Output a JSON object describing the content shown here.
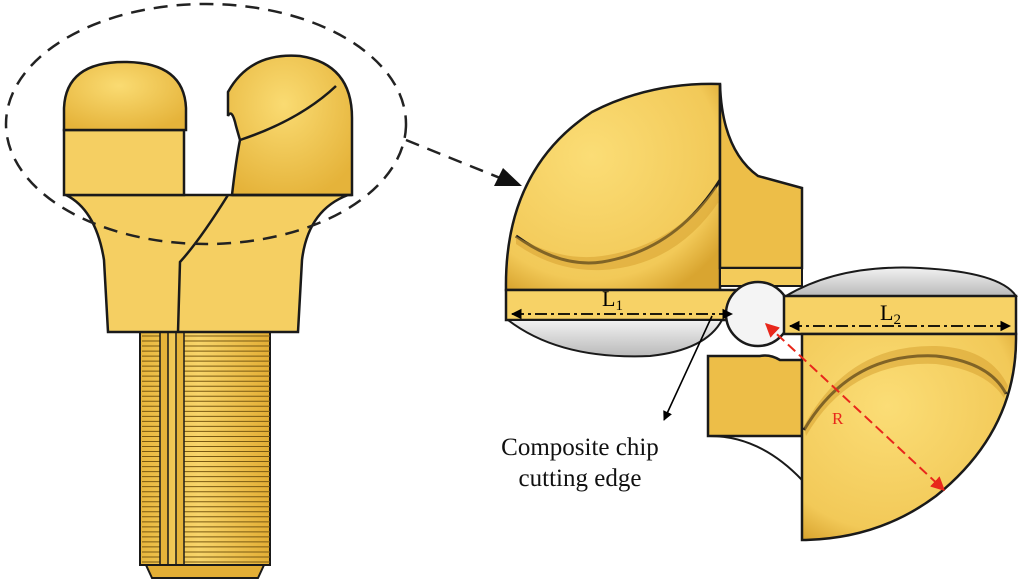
{
  "labels": {
    "l1": "L",
    "l1_sub": "1",
    "l2": "L",
    "l2_sub": "2",
    "radius": "R"
  },
  "callout": {
    "line1": "Composite chip",
    "line2": "cutting edge"
  },
  "colors": {
    "body": "#F7D266",
    "body_shade": "#E9B93E",
    "outline": "#1a1a1a",
    "carbide": "#D4D4D4",
    "radius_arrow": "#E8271B",
    "dashes": "#222222"
  },
  "thread_count": 46
}
